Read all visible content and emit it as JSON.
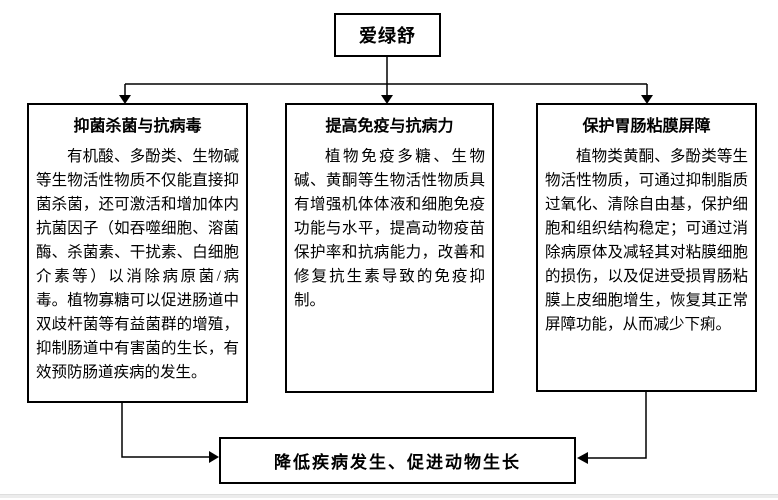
{
  "root": {
    "label": "爱绿舒"
  },
  "branches": [
    {
      "title": "抑菌杀菌与抗病毒",
      "body": "有机酸、多酚类、生物碱等生物活性物质不仅能直接抑菌杀菌，还可激活和增加体内抗菌因子（如吞噬细胞、溶菌酶、杀菌素、干扰素、白细胞介素等）以消除病原菌/病毒。植物寡糖可以促进肠道中双歧杆菌等有益菌群的增殖，抑制肠道中有害菌的生长，有效预防肠道疾病的发生。"
    },
    {
      "title": "提高免疫与抗病力",
      "body": "植物免疫多糖、生物碱、黄酮等生物活性物质具有增强机体体液和细胞免疫功能与水平，提高动物疫苗保护率和抗病能力，改善和修复抗生素导致的免疫抑制。"
    },
    {
      "title": "保护胃肠粘膜屏障",
      "body": "植物类黄酮、多酚类等生物活性物质，可通过抑制脂质过氧化、清除自由基，保护细胞和组织结构稳定；可通过消除病原体及减轻其对粘膜细胞的损伤，以及促进受损胃肠粘膜上皮细胞增生，恢复其正常屏障功能，从而减少下痢。"
    }
  ],
  "outcome": {
    "label": "降低疾病发生、促进动物生长"
  },
  "colors": {
    "line": "#000000",
    "text": "#000000",
    "background": "#ffffff",
    "page_edge": "#ececec"
  }
}
